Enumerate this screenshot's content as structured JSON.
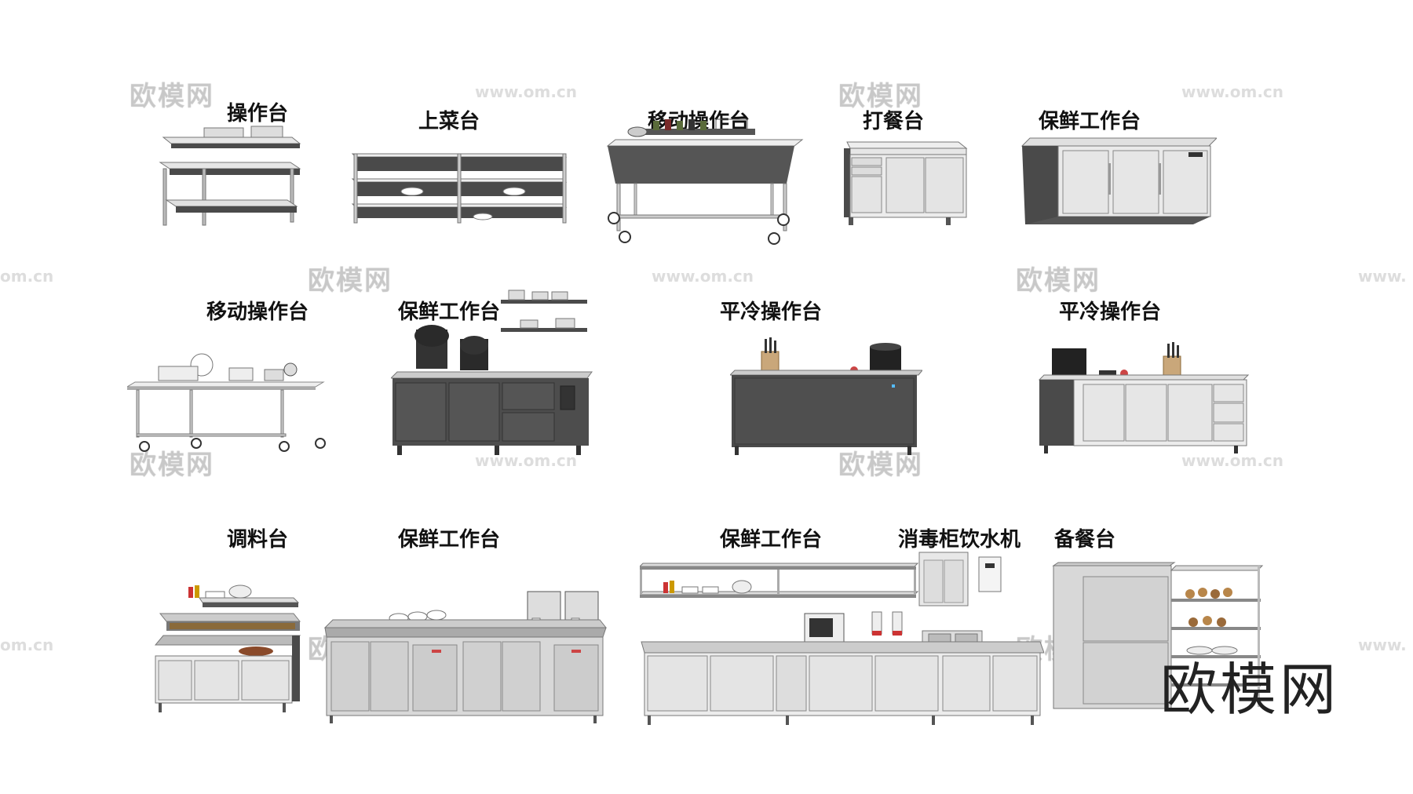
{
  "watermark": {
    "cn_text": "欧模网",
    "url_text": "www.om.cn",
    "url_fragment": "om.cn",
    "edge_fragment": "www."
  },
  "brand_logo": "欧模网",
  "items": [
    {
      "id": "item-1",
      "label": "操作台"
    },
    {
      "id": "item-2",
      "label": "上菜台"
    },
    {
      "id": "item-3",
      "label": "移动操作台"
    },
    {
      "id": "item-4",
      "label": "打餐台"
    },
    {
      "id": "item-5",
      "label": "保鲜工作台"
    },
    {
      "id": "item-6",
      "label": "移动操作台"
    },
    {
      "id": "item-7",
      "label": "保鲜工作台"
    },
    {
      "id": "item-8",
      "label": "平冷操作台"
    },
    {
      "id": "item-9",
      "label": "平冷操作台"
    },
    {
      "id": "item-10",
      "label": "调料台"
    },
    {
      "id": "item-11",
      "label": "保鲜工作台"
    },
    {
      "id": "item-12",
      "label": "保鲜工作台"
    },
    {
      "id": "item-13",
      "label": "消毒柜饮水机"
    },
    {
      "id": "item-14",
      "label": "备餐台"
    }
  ]
}
